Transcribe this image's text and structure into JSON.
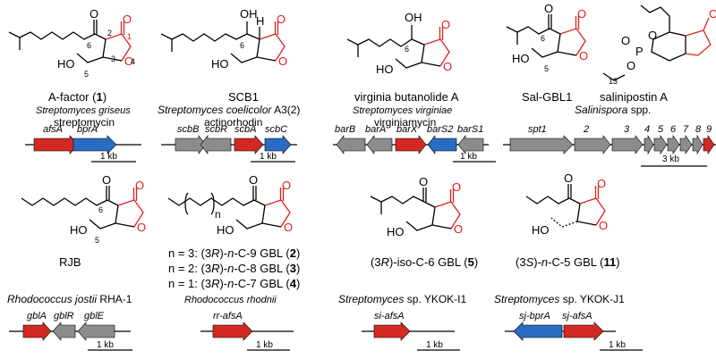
{
  "colors": {
    "red_gene": "#d22a22",
    "blue_gene": "#2a6cc2",
    "gray_gene": "#8c8c8c",
    "ring_red": "#e0201b"
  },
  "compounds": [
    {
      "id": "a-factor",
      "name_pre": "A-factor (",
      "number": "1",
      "name_post": ")",
      "organism": "Streptomyces griseus",
      "product": "streptomycin",
      "genes": [
        "afsA",
        "bprA"
      ],
      "scale": "1 kb"
    },
    {
      "id": "scb1",
      "name": "SCB1",
      "organism_italic": "Streptomyces coelicolor",
      "organism_plain": " A3(2)",
      "product": "actinorhodin",
      "genes": [
        "scbB",
        "scbR",
        "scbA",
        "scbC"
      ],
      "scale": "1 kb"
    },
    {
      "id": "virginia",
      "name": "virginia butanolide A",
      "organism": "Streptomyces virginiae",
      "product": "virginiamycin",
      "genes": [
        "barB",
        "barA",
        "barX",
        "barS2",
        "barS1"
      ],
      "scale": "1 kb"
    },
    {
      "id": "sal-gbl1",
      "name": "Sal-GBL1",
      "name2": "salinipostin A",
      "organism_italic": "Salinispora",
      "organism_plain": " spp.",
      "genes": [
        "spt1",
        "2",
        "3",
        "4",
        "5",
        "6",
        "7",
        "8",
        "9"
      ],
      "scale": "3 kb",
      "chain_index": "13"
    },
    {
      "id": "rjb",
      "name": "RJB"
    },
    {
      "id": "n-c9",
      "n_label": "n",
      "series": [
        {
          "pre": "n = 3: (3",
          "R": "R",
          "mid": ")-",
          "n": "n",
          "chain": "-C-9 GBL (",
          "num": "2",
          "post": ")"
        },
        {
          "pre": "n = 2: (3",
          "R": "R",
          "mid": ")-",
          "n": "n",
          "chain": "-C-8 GBL (",
          "num": "3",
          "post": ")"
        },
        {
          "pre": "n = 1: (3",
          "R": "R",
          "mid": ")-",
          "n": "n",
          "chain": "-C-7 GBL (",
          "num": "4",
          "post": ")"
        }
      ]
    },
    {
      "id": "iso-c6",
      "pre": "(3",
      "R": "R",
      "post": ")-iso-C-6 GBL (",
      "num": "5",
      "end": ")"
    },
    {
      "id": "n-c5",
      "pre": "(3",
      "S": "S",
      "mid": ")-",
      "n": "n",
      "chain": "-C-5 GBL (",
      "num": "11",
      "end": ")"
    }
  ],
  "atom_numbers": {
    "o": "O",
    "oh": "OH",
    "ho": "HO",
    "h": "H",
    "n1": "1",
    "n2": "2",
    "n3": "3",
    "n4": "4",
    "n5": "5",
    "n6": "6",
    "o_ester": "O",
    "p": "P"
  },
  "bottom_clusters": [
    {
      "organism_italic": "Rhodococcus jostii",
      "organism_plain": " RHA-1",
      "genes": [
        "gblA",
        "gblR",
        "gblE"
      ],
      "scale": "1 kb"
    },
    {
      "organism_italic": "Rhodococcus rhodnii",
      "genes": [
        "rr-afsA"
      ],
      "scale": "1 kb"
    },
    {
      "organism_italic": "Streptomyces",
      "organism_plain": " sp. YKOK-I1",
      "genes": [
        "si-afsA"
      ],
      "scale": "1 kb"
    },
    {
      "organism_italic": "Streptomyces",
      "organism_plain": " sp. YKOK-J1",
      "genes": [
        "sj-bprA",
        "sj-afsA"
      ],
      "scale": "1 kb"
    }
  ]
}
